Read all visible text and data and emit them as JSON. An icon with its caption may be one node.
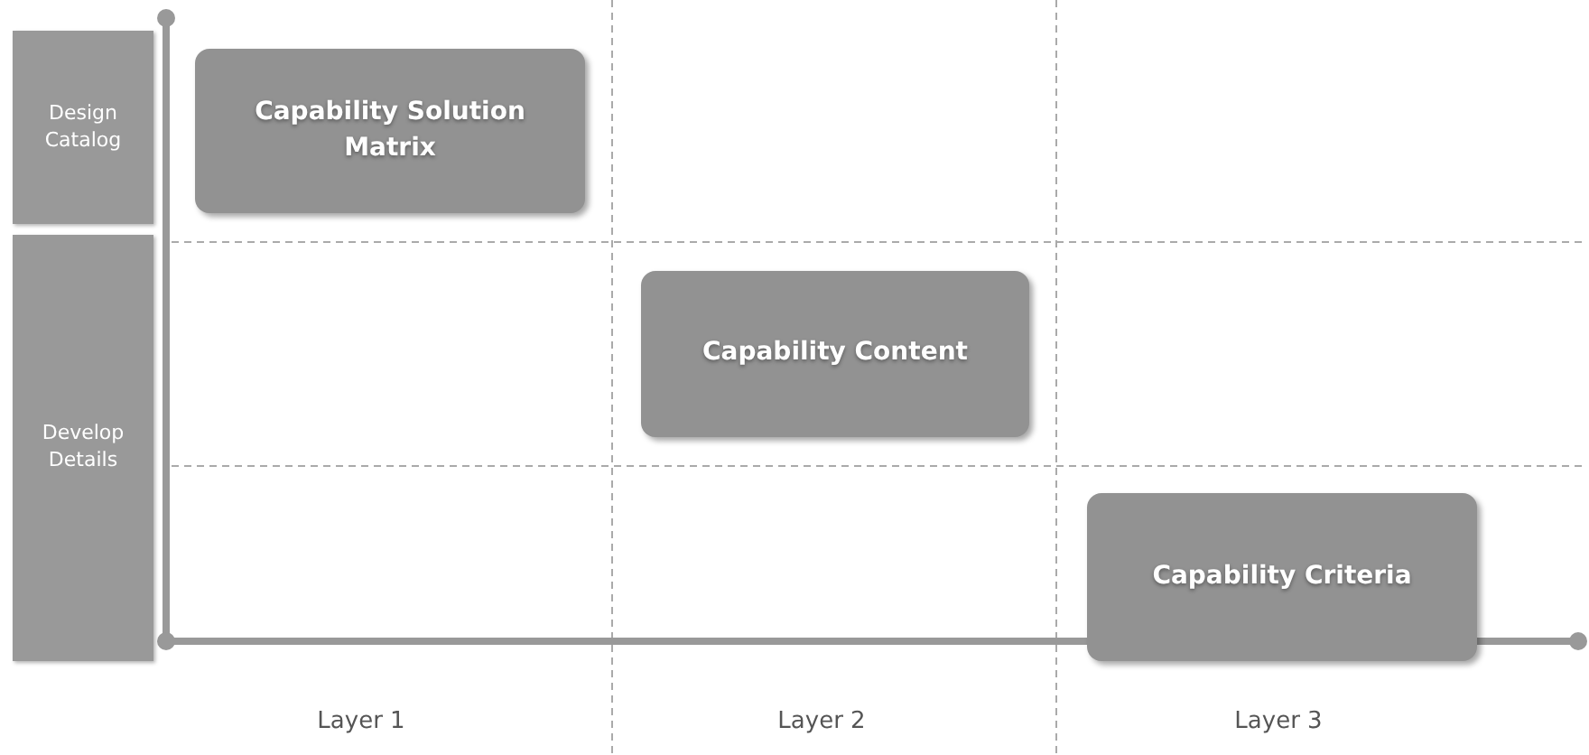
{
  "diagram": {
    "nodes": [
      {
        "text": [
          "Design Catalog"
        ]
      },
      {
        "text": [
          "Develop Details"
        ]
      },
      {
        "text": [
          "Capability Solution Matrix"
        ]
      },
      {
        "text": [
          "Capability Content"
        ]
      },
      {
        "text": [
          "Capability Criteria"
        ]
      }
    ],
    "labels": [
      "Layer 1",
      "Layer 2",
      "Layer 3"
    ]
  }
}
